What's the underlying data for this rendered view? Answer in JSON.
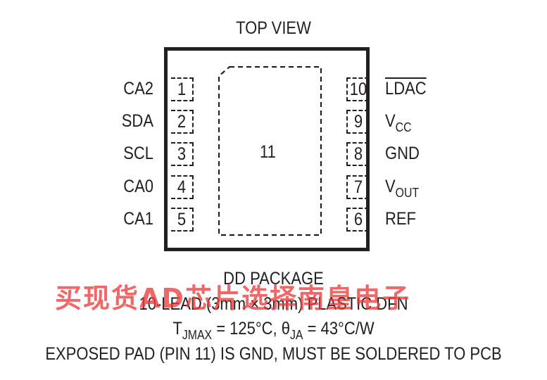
{
  "title": "TOP VIEW",
  "exposed_pad_number": "11",
  "pins_left": [
    {
      "number": "1",
      "label": "CA2"
    },
    {
      "number": "2",
      "label": "SDA"
    },
    {
      "number": "3",
      "label": "SCL"
    },
    {
      "number": "4",
      "label": "CA0"
    },
    {
      "number": "5",
      "label": "CA1"
    }
  ],
  "pins_right": [
    {
      "number": "10",
      "label": "LDAC",
      "overline": true
    },
    {
      "number": "9",
      "label": "V",
      "subscript": "CC"
    },
    {
      "number": "8",
      "label": "GND"
    },
    {
      "number": "7",
      "label": "V",
      "subscript": "OUT"
    },
    {
      "number": "6",
      "label": "REF"
    }
  ],
  "package_name": "DD PACKAGE",
  "package_desc": "10-LEAD (3mm × 3mm) PLASTIC DFN",
  "thermal": {
    "tj_main": "T",
    "tj_sub": "JMAX",
    "tj_value": " = 125°C, ",
    "theta_main": "θ",
    "theta_sub": "JA",
    "theta_value": " = 43°C/W"
  },
  "exposed_pad_note": "EXPOSED PAD (PIN 11) IS GND, MUST BE SOLDERED TO PCB",
  "watermark": "买现货AD芯片选择南皇电子",
  "colors": {
    "ink": "#231f20",
    "watermark": "#eb3c3c"
  }
}
